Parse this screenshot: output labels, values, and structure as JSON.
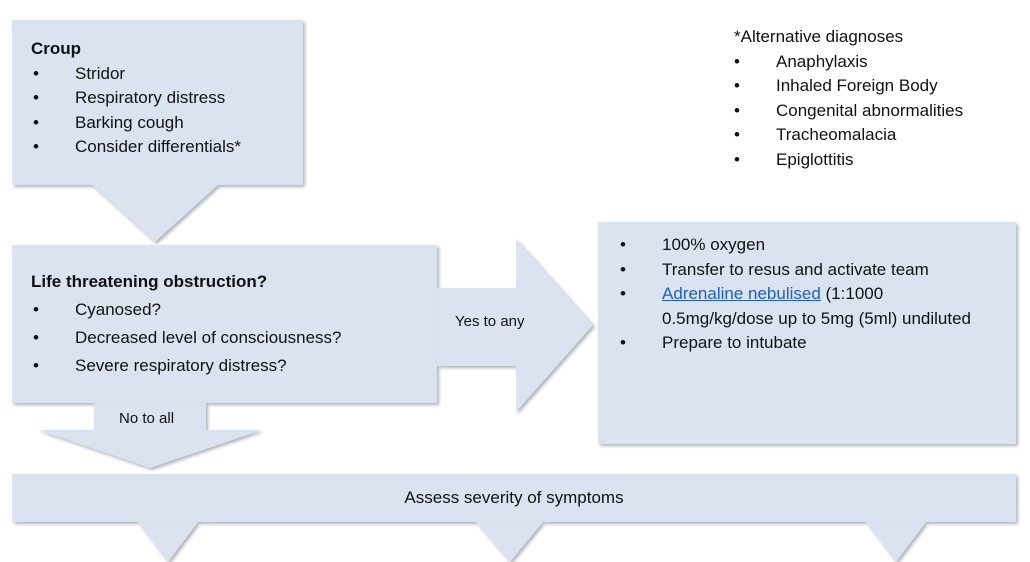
{
  "colors": {
    "box_fill": "#dce3f0",
    "arrow_fill": "#dce3f0",
    "shadow": "#9aa1ab",
    "link": "#1f5fbf",
    "text": "#111111"
  },
  "croup": {
    "title": "Croup",
    "items": [
      "Stridor",
      "Respiratory distress",
      "Barking cough",
      "Consider differentials*"
    ]
  },
  "alternatives": {
    "title": "*Alternative diagnoses",
    "items": [
      "Anaphylaxis",
      "Inhaled Foreign Body",
      "Congenital abnormalities",
      "Tracheomalacia",
      "Epiglottitis"
    ]
  },
  "obstruction": {
    "title": "Life threatening obstruction?",
    "items": [
      "Cyanosed?",
      "Decreased level of consciousness?",
      "Severe respiratory distress?"
    ]
  },
  "yes_label": "Yes to any",
  "no_label": "No to all",
  "actions": {
    "item1": "100% oxygen",
    "item2": "Transfer to resus and activate team",
    "item3_link": "Adrenaline nebulised",
    "item3_rest": " (1:1000 0.5mg/kg/dose up to 5mg (5ml) undiluted",
    "item4": "Prepare to intubate"
  },
  "severity_label": "Assess severity of symptoms"
}
